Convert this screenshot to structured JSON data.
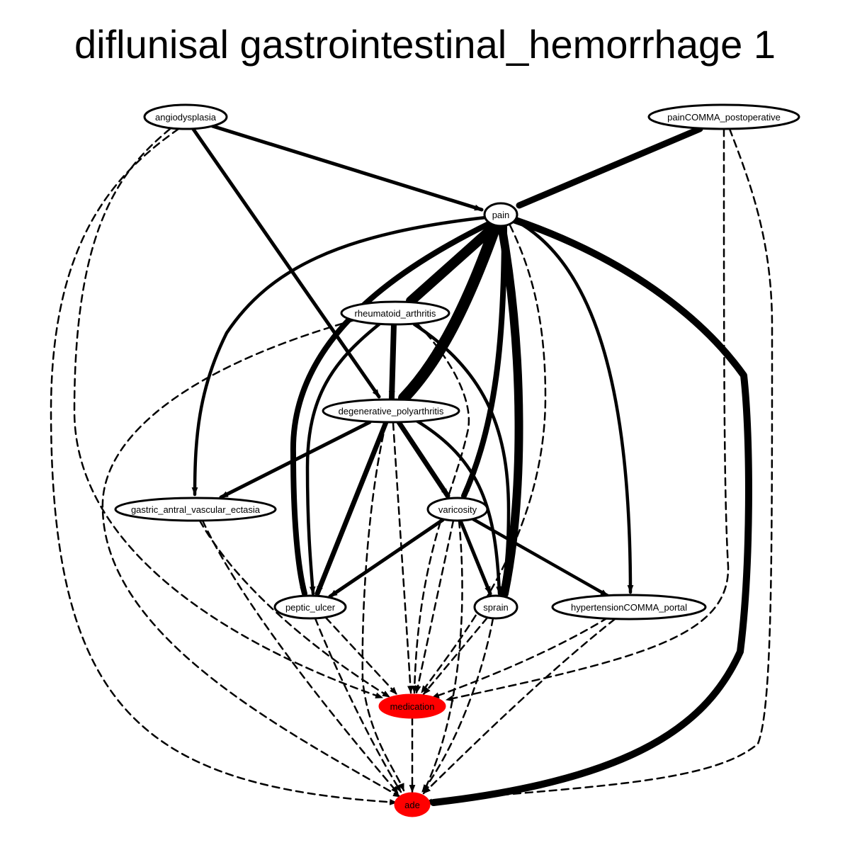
{
  "diagram": {
    "title": "diflunisal gastrointestinal_hemorrhage 1",
    "colors": {
      "node_fill": "#ffffff",
      "highlight_fill": "#ff0000",
      "stroke": "#000000"
    },
    "nodes": [
      {
        "id": "angiodysplasia",
        "label": "angiodysplasia",
        "highlight": false
      },
      {
        "id": "painCOMMA_postoperative",
        "label": "painCOMMA_postoperative",
        "highlight": false
      },
      {
        "id": "pain",
        "label": "pain",
        "highlight": false
      },
      {
        "id": "rheumatoid_arthritis",
        "label": "rheumatoid_arthritis",
        "highlight": false
      },
      {
        "id": "degenerative_polyarthritis",
        "label": "degenerative_polyarthritis",
        "highlight": false
      },
      {
        "id": "gastric_antral_vascular_ectasia",
        "label": "gastric_antral_vascular_ectasia",
        "highlight": false
      },
      {
        "id": "varicosity",
        "label": "varicosity",
        "highlight": false
      },
      {
        "id": "peptic_ulcer",
        "label": "peptic_ulcer",
        "highlight": false
      },
      {
        "id": "sprain",
        "label": "sprain",
        "highlight": false
      },
      {
        "id": "hypertensionCOMMA_portal",
        "label": "hypertensionCOMMA_portal",
        "highlight": false
      },
      {
        "id": "medication",
        "label": "medication",
        "highlight": true
      },
      {
        "id": "ade",
        "label": "ade",
        "highlight": true
      }
    ],
    "edges": [
      {
        "from": "angiodysplasia",
        "to": "pain",
        "style": "solid",
        "weight": 5
      },
      {
        "from": "angiodysplasia",
        "to": "degenerative_polyarthritis",
        "style": "solid",
        "weight": 5
      },
      {
        "from": "angiodysplasia",
        "to": "medication",
        "style": "dashed",
        "weight": 2.5
      },
      {
        "from": "angiodysplasia",
        "to": "ade",
        "style": "dashed",
        "weight": 2.5
      },
      {
        "from": "painCOMMA_postoperative",
        "to": "pain",
        "style": "solid",
        "weight": 9
      },
      {
        "from": "painCOMMA_postoperative",
        "to": "medication",
        "style": "dashed",
        "weight": 2.5
      },
      {
        "from": "painCOMMA_postoperative",
        "to": "ade",
        "style": "dashed",
        "weight": 2.5
      },
      {
        "from": "pain",
        "to": "rheumatoid_arthritis",
        "style": "solid",
        "weight": 14
      },
      {
        "from": "pain",
        "to": "degenerative_polyarthritis",
        "style": "solid",
        "weight": 16
      },
      {
        "from": "pain",
        "to": "gastric_antral_vascular_ectasia",
        "style": "solid",
        "weight": 4.5
      },
      {
        "from": "pain",
        "to": "varicosity",
        "style": "solid",
        "weight": 8
      },
      {
        "from": "pain",
        "to": "peptic_ulcer",
        "style": "solid",
        "weight": 8
      },
      {
        "from": "pain",
        "to": "sprain",
        "style": "solid",
        "weight": 12
      },
      {
        "from": "pain",
        "to": "hypertensionCOMMA_portal",
        "style": "solid",
        "weight": 4.5
      },
      {
        "from": "pain",
        "to": "medication",
        "style": "dashed",
        "weight": 2.5
      },
      {
        "from": "pain",
        "to": "ade",
        "style": "solid",
        "weight": 10
      },
      {
        "from": "rheumatoid_arthritis",
        "to": "degenerative_polyarthritis",
        "style": "solid",
        "weight": 8
      },
      {
        "from": "rheumatoid_arthritis",
        "to": "peptic_ulcer",
        "style": "solid",
        "weight": 4.5
      },
      {
        "from": "rheumatoid_arthritis",
        "to": "sprain",
        "style": "solid",
        "weight": 4.5
      },
      {
        "from": "rheumatoid_arthritis",
        "to": "medication",
        "style": "dashed",
        "weight": 2.5
      },
      {
        "from": "rheumatoid_arthritis",
        "to": "ade",
        "style": "dashed",
        "weight": 2.5
      },
      {
        "from": "degenerative_polyarthritis",
        "to": "gastric_antral_vascular_ectasia",
        "style": "solid",
        "weight": 5
      },
      {
        "from": "degenerative_polyarthritis",
        "to": "varicosity",
        "style": "solid",
        "weight": 7
      },
      {
        "from": "degenerative_polyarthritis",
        "to": "peptic_ulcer",
        "style": "solid",
        "weight": 7
      },
      {
        "from": "degenerative_polyarthritis",
        "to": "sprain",
        "style": "solid",
        "weight": 4.5
      },
      {
        "from": "degenerative_polyarthritis",
        "to": "medication",
        "style": "dashed",
        "weight": 2.5
      },
      {
        "from": "degenerative_polyarthritis",
        "to": "ade",
        "style": "dashed",
        "weight": 2.5
      },
      {
        "from": "gastric_antral_vascular_ectasia",
        "to": "medication",
        "style": "dashed",
        "weight": 2.5
      },
      {
        "from": "gastric_antral_vascular_ectasia",
        "to": "ade",
        "style": "dashed",
        "weight": 2.5
      },
      {
        "from": "varicosity",
        "to": "peptic_ulcer",
        "style": "solid",
        "weight": 5
      },
      {
        "from": "varicosity",
        "to": "sprain",
        "style": "solid",
        "weight": 5
      },
      {
        "from": "varicosity",
        "to": "hypertensionCOMMA_portal",
        "style": "solid",
        "weight": 4.5
      },
      {
        "from": "varicosity",
        "to": "medication",
        "style": "dashed",
        "weight": 2.5
      },
      {
        "from": "varicosity",
        "to": "ade",
        "style": "dashed",
        "weight": 2.5
      },
      {
        "from": "peptic_ulcer",
        "to": "medication",
        "style": "dashed",
        "weight": 2.5
      },
      {
        "from": "peptic_ulcer",
        "to": "ade",
        "style": "dashed",
        "weight": 2.5
      },
      {
        "from": "sprain",
        "to": "medication",
        "style": "dashed",
        "weight": 2.5
      },
      {
        "from": "sprain",
        "to": "ade",
        "style": "dashed",
        "weight": 2.5
      },
      {
        "from": "hypertensionCOMMA_portal",
        "to": "medication",
        "style": "dashed",
        "weight": 2.5
      },
      {
        "from": "hypertensionCOMMA_portal",
        "to": "ade",
        "style": "dashed",
        "weight": 2.5
      },
      {
        "from": "medication",
        "to": "ade",
        "style": "dashed",
        "weight": 2.5
      }
    ]
  }
}
